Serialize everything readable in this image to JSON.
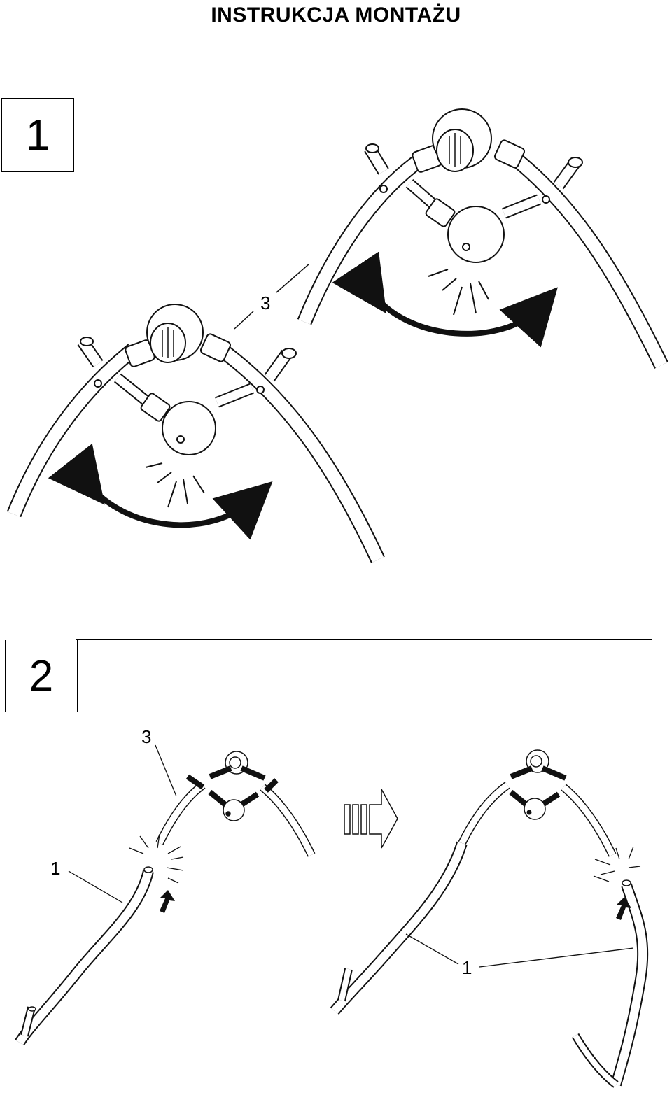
{
  "header": {
    "title": "INSTRUKCJA MONTAŻU"
  },
  "steps": [
    {
      "number": "1"
    },
    {
      "number": "2"
    }
  ],
  "callouts": {
    "step1_part": "3",
    "step2_top_part": "3",
    "step2_left_part": "1",
    "step2_right_part": "1"
  }
}
